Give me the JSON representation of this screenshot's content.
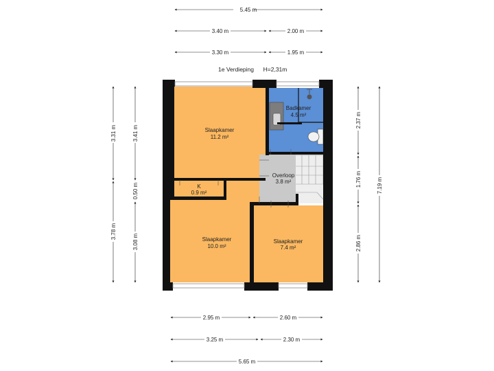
{
  "floor": {
    "name": "1e Verdieping",
    "height": "H=2,31m"
  },
  "rooms": [
    {
      "name": "Slaapkamer",
      "area": "11.2 m²"
    },
    {
      "name": "Badkamer",
      "area": "4.5 m²"
    },
    {
      "name": "Overloop",
      "area": "3.8 m²"
    },
    {
      "name": "K",
      "area": "0.9 m²"
    },
    {
      "name": "Slaapkamer",
      "area": "10.0 m²"
    },
    {
      "name": "Slaapkamer",
      "area": "7.4 m²"
    }
  ],
  "dimensions": {
    "top_total": "5.45 m",
    "top_row2": [
      "3.40 m",
      "2.00 m"
    ],
    "top_row3": [
      "3.30 m",
      "1.95 m"
    ],
    "left_outer": [
      "3.31 m",
      "3.78 m"
    ],
    "left_inner": [
      "3.41 m",
      "0.50 m",
      "3.08 m"
    ],
    "right_inner": [
      "2.37 m",
      "1.76 m",
      "2.86 m"
    ],
    "right_total": "7.19 m",
    "bottom_row1": [
      "2.95 m",
      "2.60 m"
    ],
    "bottom_row2": [
      "3.25 m",
      "2.30 m"
    ],
    "bottom_total": "5.65 m"
  },
  "colors": {
    "bedroom": "#fbb860",
    "bathroom": "#5b8fd6",
    "hall": "#c9c9c9",
    "wall": "#111111"
  }
}
